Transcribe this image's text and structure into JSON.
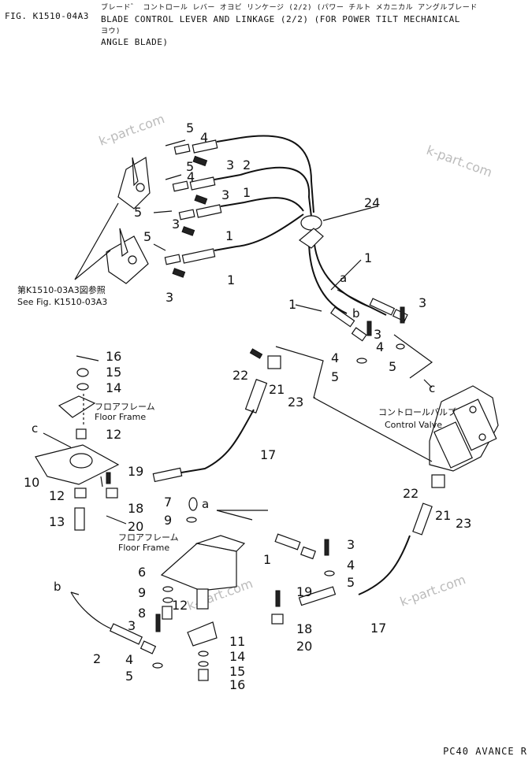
{
  "header": {
    "fig_id": "FIG. K1510-04A3",
    "title_jp": "ブレード゛ コントロール レバー オヨビ リンケージ (2/2) (パワー チルト メカニカル アングルブレード",
    "title_en_line1": "BLADE CONTROL LEVER AND LINKAGE (2/2) (FOR POWER TILT MECHANICAL",
    "title_jp_line2": "ヨウ)",
    "title_en_line2": "ANGLE BLADE)"
  },
  "footer": {
    "model": "PC40 AVANCE R"
  },
  "watermarks": [
    "k-part.com",
    "k-part.com",
    "k-part.com",
    "k-part.com"
  ],
  "labels": {
    "see_fig_jp": "第K1510-03A3図参照",
    "see_fig_en": "See Fig. K1510-03A3",
    "floor_frame_jp_1": "フロアフレーム",
    "floor_frame_en_1": "Floor Frame",
    "floor_frame_jp_2": "フロアフレーム",
    "floor_frame_en_2": "Floor Frame",
    "control_valve_jp": "コントロールバルブ",
    "control_valve_en": "Control Valve"
  },
  "callouts": {
    "n5a": "5",
    "n4a": "4",
    "n3a": "3",
    "n2a": "2",
    "n5b": "5",
    "n4b": "4",
    "n3b": "3",
    "n1a": "1",
    "n5c": "5",
    "n3c": "3",
    "n1b": "1",
    "n5d": "5",
    "n1c": "1",
    "n3d": "3",
    "n24": "24",
    "n1d": "1",
    "n1e": "1",
    "n3e": "3",
    "n3f": "3",
    "n4c": "4",
    "n4d": "4",
    "n5e": "5",
    "n5f": "5",
    "n16a": "16",
    "n15a": "15",
    "n14a": "14",
    "n12a": "12",
    "n10": "10",
    "n12b": "12",
    "n13": "13",
    "n19a": "19",
    "n18a": "18",
    "n20a": "20",
    "n22a": "22",
    "n21a": "21",
    "n23a": "23",
    "n17a": "17",
    "n22b": "22",
    "n21b": "21",
    "n23b": "23",
    "n7": "7",
    "n9a": "9",
    "n6": "6",
    "n9b": "9",
    "n12c": "12",
    "n8": "8",
    "n3g": "3",
    "n1f": "1",
    "n4e": "4",
    "n5g": "5",
    "n19b": "19",
    "n18b": "18",
    "n20b": "20",
    "n17b": "17",
    "n3h": "3",
    "n2b": "2",
    "n4f": "4",
    "n5h": "5",
    "n11": "11",
    "n14b": "14",
    "n15b": "15",
    "n16b": "16"
  },
  "letters": {
    "la1": "a",
    "lb1": "b",
    "lc1": "c",
    "lc2": "c",
    "la2": "a",
    "lb2": "b"
  }
}
